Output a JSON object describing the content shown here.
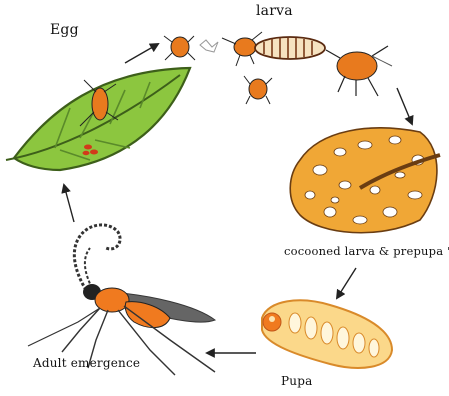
{
  "diagram": {
    "labels": {
      "egg": "Egg",
      "larva": "larva",
      "cocoon": "cocooned larva & prepupa \"",
      "pupa": "Pupa",
      "adult": "Adult emergence"
    },
    "colors": {
      "leaf": "#8cc63f",
      "leaf_vein": "#5a8a2a",
      "insect_orange": "#e87a1e",
      "larva_light": "#f1b466",
      "cocoon": "#f0a736",
      "pupa_body": "#fbd88a",
      "pupa_edge": "#d98a2a",
      "wasp_body": "#f07a1f",
      "wasp_wing": "#555555",
      "egg_red": "#d23a1a",
      "outline": "#222222"
    }
  }
}
